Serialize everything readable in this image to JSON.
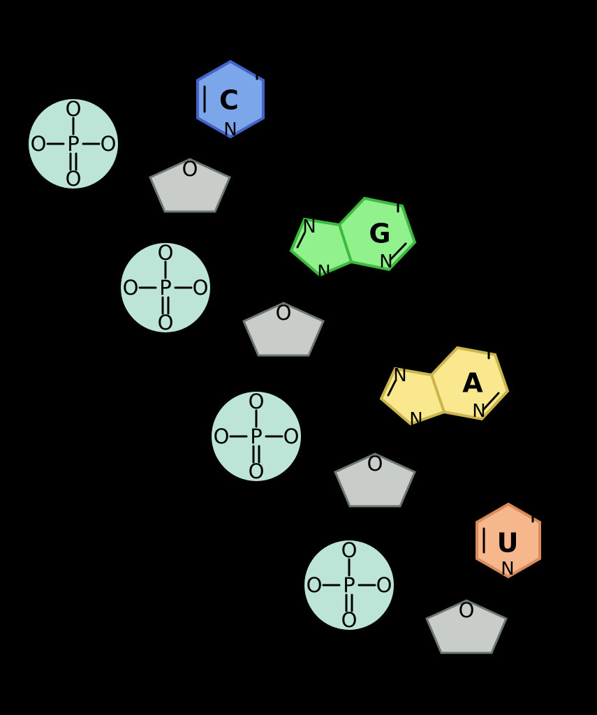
{
  "diagram": {
    "background": "#000000",
    "bond_color": "#000000",
    "atoms": {
      "phosphorus": "P",
      "oxygen": "O",
      "nitrogen": "N"
    },
    "phosphate": {
      "fill": "#bce5d8"
    },
    "sugar": {
      "fill": "#c9cdc9",
      "stroke": "#6d776f"
    },
    "nucleotides": [
      {
        "base": "cytosine",
        "letter": "C",
        "base_fill": "#7ca6ea",
        "base_stroke": "#4562c6"
      },
      {
        "base": "guanine",
        "letter": "G",
        "base_fill": "#90f18d",
        "base_stroke": "#3fba3f"
      },
      {
        "base": "adenine",
        "letter": "A",
        "base_fill": "#f9e88e",
        "base_stroke": "#cbb64e"
      },
      {
        "base": "uracil",
        "letter": "U",
        "base_fill": "#f6b78d",
        "base_stroke": "#da8b58"
      }
    ]
  }
}
